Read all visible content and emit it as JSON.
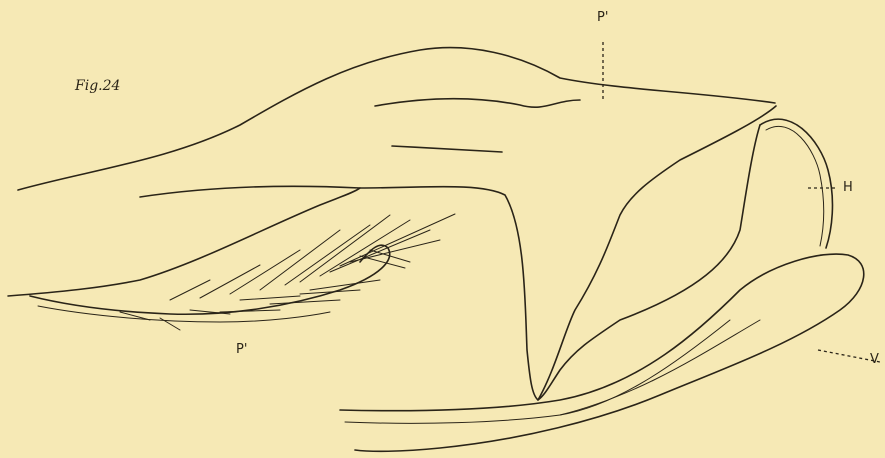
{
  "figure": {
    "title": "Fig.24",
    "labels": {
      "p_top": "P'",
      "h": "H",
      "v": "V",
      "p_bottom": "P'"
    }
  },
  "colors": {
    "paper": "#f6e9b5",
    "ink": "#2a2418"
  }
}
